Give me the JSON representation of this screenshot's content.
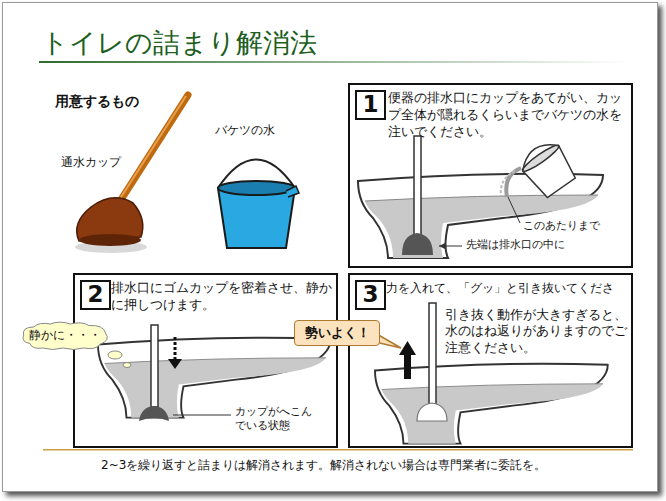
{
  "diagram": {
    "title": "トイレの詰まり解消法",
    "caption": "2~3を繰り返すと詰まりは解消されます。解消されない場合は専門業者に委託を。",
    "nodes": [
      {
        "text": [
          "便器の排水口にカップをあてがい、カップ全体が隠れるくらいまでバケツの水を注いでください。"
        ]
      },
      {
        "text": [
          "1"
        ],
        "in": 0
      },
      {
        "text": [
          "排水口にゴムカップを密着させ、静かに押しつけます。"
        ]
      },
      {
        "text": [
          "2"
        ],
        "in": 2
      },
      {
        "text": [
          "静かに・・・"
        ]
      },
      {
        "text": [
          "力を入れて、「グッ」と引き抜いてくださ",
          "引き抜く動作が大きすぎると、水のはね返りがありますのでご注意ください。"
        ]
      },
      {
        "text": [
          "3"
        ],
        "in": 5
      },
      {
        "text": [
          "勢いよく！"
        ]
      }
    ],
    "labels": [
      "用意するもの",
      "通水カップ",
      "バケツの水",
      "このあたりまで",
      "先端は排水口の中に",
      "カップがへこんでいる状態"
    ]
  }
}
